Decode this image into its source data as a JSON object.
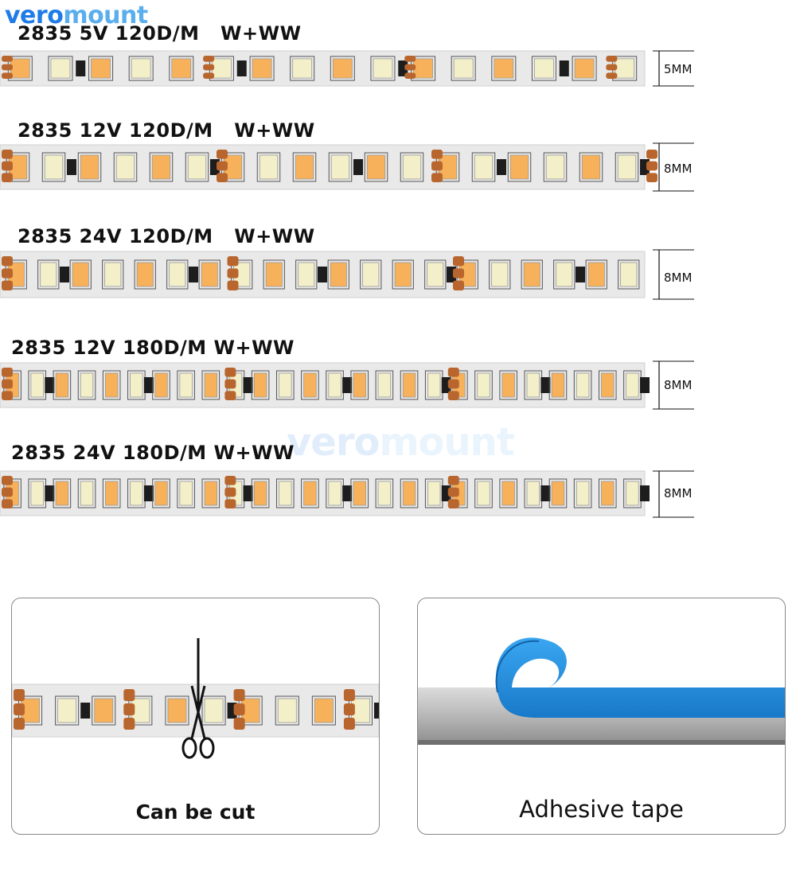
{
  "brand": {
    "logo_part1": "vero",
    "logo_part2": "mount",
    "watermark_part1": "vero",
    "watermark_part2": "mount",
    "primary_color": "#1f7be8",
    "secondary_color": "#5aaeee"
  },
  "strips": [
    {
      "title": "2835 5V 120D/M   W+WW",
      "width_label": "5MM"
    },
    {
      "title": "2835 12V 120D/M   W+WW",
      "width_label": "8MM"
    },
    {
      "title": "2835 24V 120D/M   W+WW",
      "width_label": "8MM"
    },
    {
      "title": "2835 12V 180D/M W+WW",
      "width_label": "8MM"
    },
    {
      "title": "2835 24V 180D/M W+WW",
      "width_label": "8MM"
    }
  ],
  "panels": {
    "cut": {
      "caption": "Can be cut",
      "icon": "scissors-icon"
    },
    "tape": {
      "caption": "Adhesive tape",
      "tape_color": "#1e8fe0"
    }
  },
  "colors": {
    "pcb": "#e9e9e9",
    "warm_led": "#f7b15a",
    "white_led": "#f3efc8",
    "copper_pad": "#b8662e"
  }
}
